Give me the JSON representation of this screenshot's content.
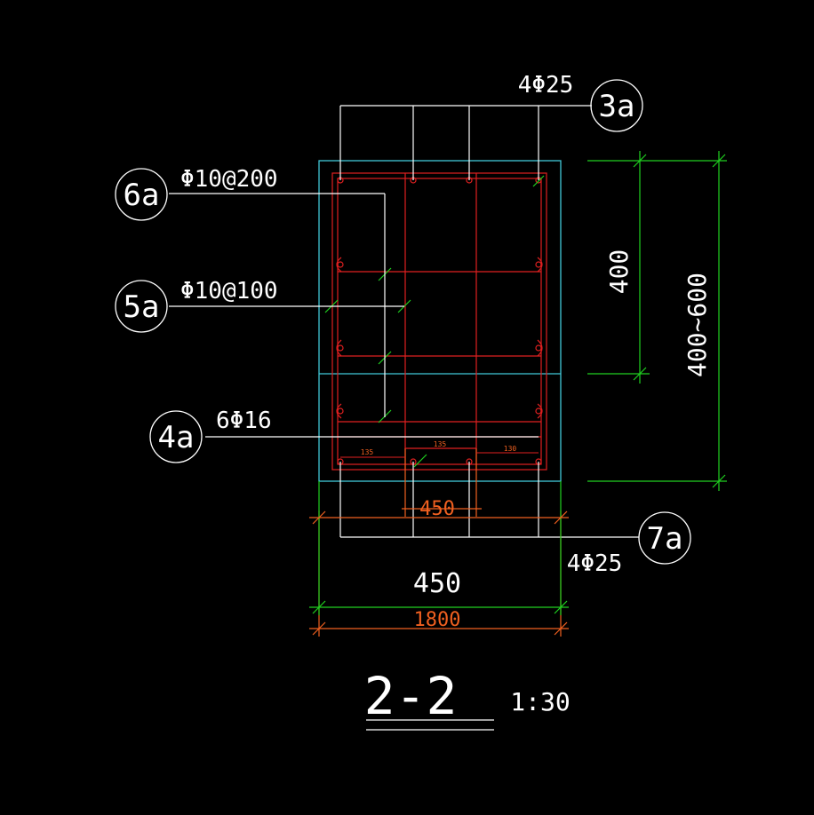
{
  "colors": {
    "background": "#000000",
    "white": "#ffffff",
    "cyan": "#40c8d8",
    "red": "#e02020",
    "green": "#20d020",
    "orange": "#f06020"
  },
  "callouts": {
    "c3a": {
      "tag": "3a",
      "label": "4Φ25"
    },
    "c6a": {
      "tag": "6a",
      "label": "Φ10@200"
    },
    "c5a": {
      "tag": "5a",
      "label": "Φ10@100"
    },
    "c4a": {
      "tag": "4a",
      "label": "6Φ16"
    },
    "c7a": {
      "tag": "7a",
      "label": "4Φ25"
    }
  },
  "dimensions": {
    "right_inner": "400",
    "right_outer": "400~600",
    "bottom_green": "450",
    "bottom_orange": "1800",
    "inner_orange": "450",
    "small_left": "135",
    "small_mid": "135",
    "small_right": "130"
  },
  "section": {
    "title": "2-2",
    "scale": "1:30"
  }
}
